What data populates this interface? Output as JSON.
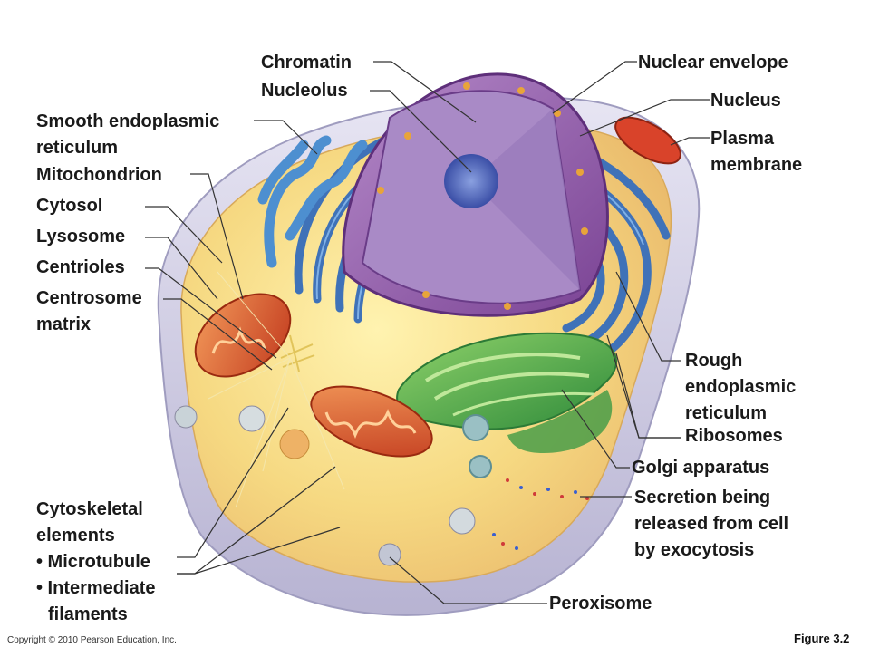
{
  "labels": {
    "chromatin": "Chromatin",
    "nucleolus": "Nucleolus",
    "nuclear_envelope": "Nuclear envelope",
    "nucleus": "Nucleus",
    "smooth_er_1": "Smooth endoplasmic",
    "smooth_er_2": "reticulum",
    "mitochondrion": "Mitochondrion",
    "cytosol": "Cytosol",
    "lysosome": "Lysosome",
    "centrioles": "Centrioles",
    "centrosome_1": "Centrosome",
    "centrosome_2": "matrix",
    "plasma_membrane_1": "Plasma",
    "plasma_membrane_2": "membrane",
    "rough_er_1": "Rough",
    "rough_er_2": "endoplasmic",
    "rough_er_3": "reticulum",
    "ribosomes": "Ribosomes",
    "golgi": "Golgi apparatus",
    "secretion_1": "Secretion being",
    "secretion_2": "released from cell",
    "secretion_3": "by exocytosis",
    "cytoskeletal_1": "Cytoskeletal",
    "cytoskeletal_2": "elements",
    "microtubule": "• Microtubule",
    "intermediate_1": "• Intermediate",
    "intermediate_2": "filaments",
    "peroxisome": "Peroxisome"
  },
  "copyright": "Copyright © 2010 Pearson Education, Inc.",
  "figure_label": "Figure 3.2",
  "colors": {
    "cytosol": "#f4d77a",
    "membrane": "#c9c6e0",
    "nucleus": "#8e55a8",
    "rough_er": "#3f72b8",
    "smooth_er": "#4d8fd0",
    "golgi": "#4fae4f",
    "mitochondrion": "#e0542a",
    "leader_line": "#333333"
  }
}
